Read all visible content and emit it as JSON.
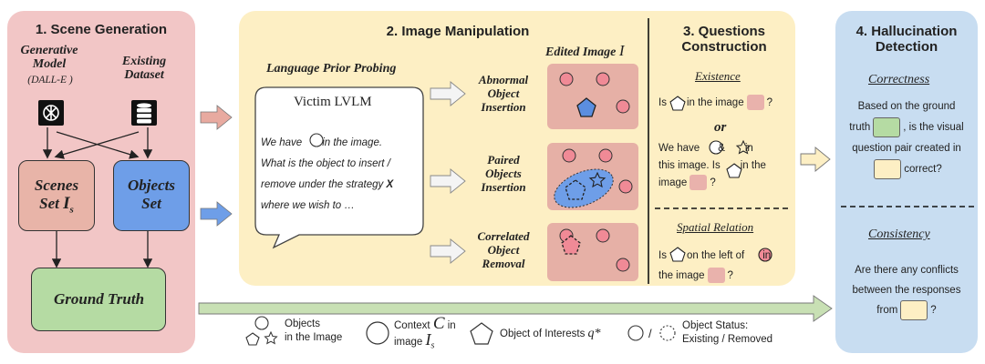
{
  "panel1": {
    "title": "1. Scene Generation",
    "generative_model": "Generative Model",
    "dalle": "(DALL-E )",
    "existing_dataset": "Existing Dataset",
    "scenes_set_1": "Scenes",
    "scenes_set_2": "Set",
    "scenes_symbol": "I",
    "scenes_sub": "s",
    "objects_set_1": "Objects",
    "objects_set_2": "Set",
    "ground_truth": "Ground Truth"
  },
  "panel2": {
    "title": "2. Image Manipulation",
    "lpp": "Language Prior Probing",
    "victim": "Victim LVLM",
    "line1a": "We have",
    "line1b": "in the image.",
    "line2": "What is the object to insert /",
    "line3a": "remove under the strategy",
    "line3b": "X",
    "line4": "where we wish to …",
    "edited": "Edited Image",
    "edited_symbol": "I",
    "abnormal": "Abnormal Object Insertion",
    "paired": "Paired Objects Insertion",
    "correlated": "Correlated Object Removal"
  },
  "panel3": {
    "title": "3. Questions Construction",
    "existence": "Existence",
    "q1a": "Is",
    "q1b": "in the image",
    "q1c": "?",
    "or": "or",
    "q2a": "We have",
    "q2b": "&",
    "q2c": "in",
    "q2d": "this image. Is",
    "q2e": "in the",
    "q2f": "image",
    "q2g": "?",
    "spatial": "Spatial Relation",
    "q3a": "Is",
    "q3b": "on the left of",
    "q3c": "in",
    "q3d": "the image",
    "q3e": "?"
  },
  "panel4": {
    "title": "4. Hallucination Detection",
    "correctness": "Correctness",
    "c1": "Based on the ground",
    "c2a": "truth",
    "c2b": ", is the visual",
    "c3": "question pair created in",
    "c4": "correct?",
    "consistency": "Consistency",
    "s1": "Are there any conflicts",
    "s2": "between the responses",
    "s3a": "from",
    "s3b": "?"
  },
  "legend": {
    "objects_1": "Objects",
    "objects_2": "in the Image",
    "context_1": "Context",
    "context_symbol": "C",
    "context_in": "in",
    "context_2": "image",
    "context_img_symbol": "I",
    "context_sub": "s",
    "interest": "Object of Interests",
    "interest_symbol": "q*",
    "status_slash": "/",
    "status_1": "Object Status:",
    "status_2": "Existing / Removed"
  },
  "colors": {
    "panel1_bg": "#f2c6c6",
    "panel2_bg": "#fdefc4",
    "panel4_bg": "#c8ddf1",
    "scene_box": "#e8b4a8",
    "object_box": "#6e9ee8",
    "ground_truth": "#b5dba3",
    "image_bg": "#e6b0a6",
    "object_red": "#f08a96",
    "pentagon_blue": "#5b8ee0",
    "ellipse_blue": "#6e9ee8",
    "answer_pink": "#e9b2ac",
    "gt_green": "#b5dba3",
    "resp_yellow": "#fdefc4",
    "arrow_pink": "#e8aaa0",
    "arrow_blue": "#6e9ee8",
    "arrow_green": "#c8e0b4",
    "arrow_yellow": "#fdefc4"
  },
  "icons": [
    "openai-logo-icon",
    "database-icon",
    "pentagon-icon",
    "star-icon",
    "circle-icon",
    "dashed-circle-icon"
  ]
}
